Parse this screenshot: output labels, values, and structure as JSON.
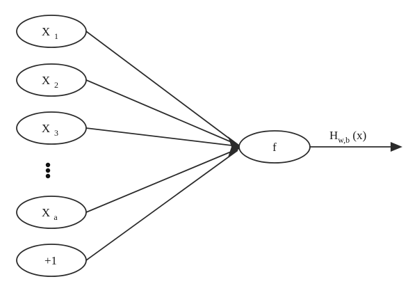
{
  "diagram": {
    "inputs": [
      {
        "label": "X",
        "subscript": "1"
      },
      {
        "label": "X",
        "subscript": "2"
      },
      {
        "label": "X",
        "subscript": "3"
      },
      {
        "label": "X",
        "subscript": "a"
      },
      {
        "label": "+1",
        "subscript": ""
      }
    ],
    "function_node": {
      "label": "f"
    },
    "output": {
      "label": "H",
      "subscript": "w,b",
      "suffix": " (x)"
    },
    "colors": {
      "stroke": "#2b2b2b",
      "text": "#1a1a1a",
      "background": "#ffffff"
    }
  }
}
